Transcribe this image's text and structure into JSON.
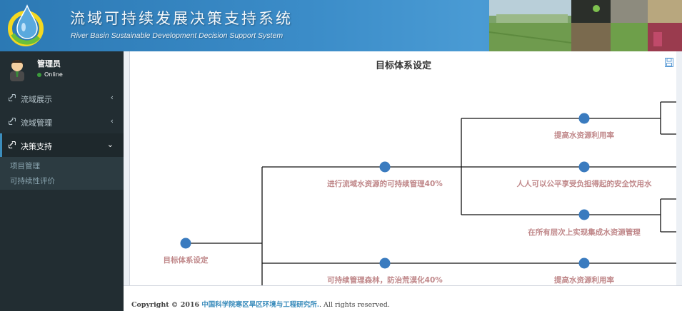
{
  "header": {
    "title_cn": "流域可持续发展决策支持系统",
    "title_en": "River Basin Sustainable Development Decision Support System"
  },
  "user": {
    "name": "管理员",
    "status": "Online"
  },
  "sidebar": {
    "items": [
      {
        "label": "流域展示",
        "icon": "link-icon",
        "chevron": "‹"
      },
      {
        "label": "流域管理",
        "icon": "link-icon",
        "chevron": "‹"
      },
      {
        "label": "决策支持",
        "icon": "link-icon",
        "chevron": "⌄"
      }
    ],
    "submenu": [
      {
        "label": "项目管理"
      },
      {
        "label": "可持续性评价"
      }
    ]
  },
  "main": {
    "title": "目标体系设定",
    "nodes": {
      "root": "目标体系设定",
      "level1_a": "进行流域水资源的可持续管理40%",
      "level1_b": "可持续管理森林，防治荒漠化40%",
      "level2_a": "提高水资源利用率",
      "level2_b": "人人可以公平享受负担得起的安全饮用水",
      "level2_c": "在所有层次上实现集成水资源管理",
      "level2_d": "提高水资源利用率"
    }
  },
  "footer": {
    "copyright": "Copyright © 2016",
    "org": "中国科学院寒区旱区环境与工程研究所.",
    "rights": ". All rights reserved."
  },
  "colors": {
    "header_blue": "#3c8dc3",
    "sidebar_bg": "#222d32",
    "node_blue": "#3a7bbf",
    "node_label": "#c0888a",
    "accent": "#3c8dbc"
  }
}
